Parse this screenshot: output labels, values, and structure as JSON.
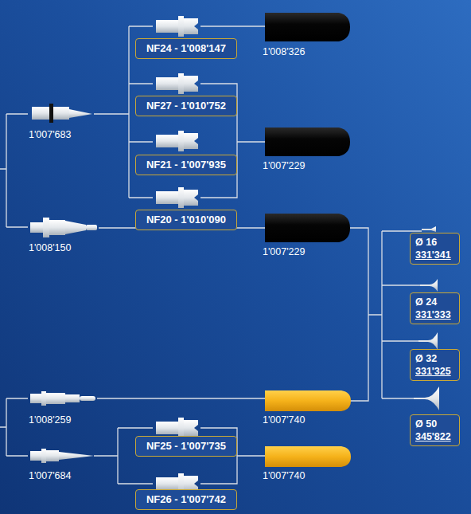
{
  "diagram": {
    "nodes": [
      {
        "text": [
          "NF24 - 1'008'147"
        ]
      },
      {
        "text": [
          "NF27 - 1'010'752"
        ]
      },
      {
        "text": [
          "NF21 - 1'007'935"
        ]
      },
      {
        "text": [
          "NF20 - 1'010'090"
        ]
      },
      {
        "text": [
          "Ø 16",
          "331'341"
        ]
      },
      {
        "text": [
          "Ø 24",
          "331'333"
        ]
      },
      {
        "text": [
          "Ø 32",
          "331'325"
        ]
      },
      {
        "text": [
          "Ø 50",
          "345'822"
        ]
      },
      {
        "text": [
          "NF25 - 1'007'735"
        ]
      },
      {
        "text": [
          "NF26 - 1'007'742"
        ]
      }
    ],
    "labels": [
      "1'008'326",
      "1'007'683",
      "1'007'229",
      "1'008'150",
      "1'007'229",
      "1'008'259",
      "1'007'740",
      "1'007'684",
      "1'007'740"
    ]
  }
}
